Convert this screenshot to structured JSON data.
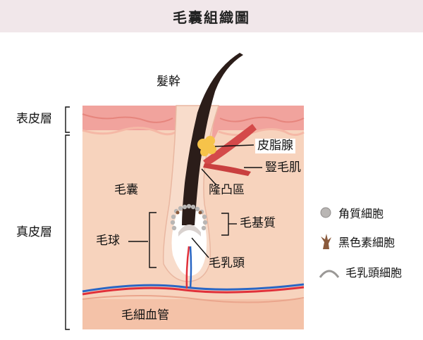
{
  "title": "毛囊組織圖",
  "labels": {
    "hair_shaft": "髮幹",
    "epidermis": "表皮層",
    "dermis": "真皮層",
    "sebaceous_gland": "皮脂腺",
    "arrector_pili": "豎毛肌",
    "bulge": "隆凸區",
    "follicle": "毛囊",
    "matrix": "毛基質",
    "hair_bulb": "毛球",
    "dermal_papilla": "毛乳頭",
    "capillary": "毛細血管"
  },
  "legend": [
    {
      "icon": "keratinocyte-icon",
      "label": "角質細胞"
    },
    {
      "icon": "melanocyte-icon",
      "label": "黑色素細胞"
    },
    {
      "icon": "papilla-cell-icon",
      "label": "毛乳頭細胞"
    }
  ],
  "colors": {
    "title_bg": "#f1e7ea",
    "skin": "#f7d3bd",
    "epidermis": "#f2a7a0",
    "dermis_line": "#e9a18b",
    "hair": "#2b1d19",
    "artery": "#e0303a",
    "vein": "#2a66c4"
  }
}
